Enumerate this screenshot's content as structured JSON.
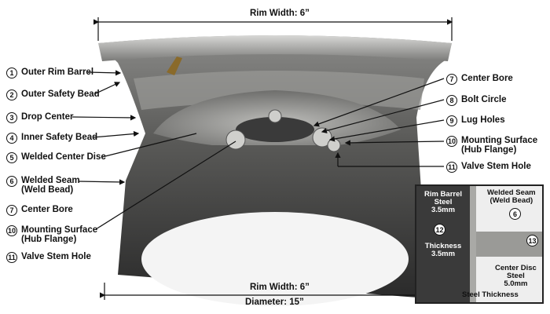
{
  "dimensions": {
    "top_rim_width": "Rim Width: 6”",
    "bottom_rim_width": "Rim Width: 6”",
    "diameter": "Diameter: 15”"
  },
  "left_labels": [
    {
      "num": "1",
      "text": "Outer Rim Barrel"
    },
    {
      "num": "2",
      "text": "Outer Safety Bead"
    },
    {
      "num": "3",
      "text": "Drop Center"
    },
    {
      "num": "4",
      "text": "Inner Safety Bead"
    },
    {
      "num": "5",
      "text": "Welded Center Disc"
    },
    {
      "num": "6",
      "text": "Welded Seam",
      "text2": "(Weld Bead)"
    },
    {
      "num": "7",
      "text": "Center Bore"
    },
    {
      "num": "10",
      "text": "Mounting Surface",
      "text2": "(Hub Flange)"
    },
    {
      "num": "11",
      "text": "Valve Stem Hole"
    }
  ],
  "right_labels": [
    {
      "num": "7",
      "text": "Center Bore"
    },
    {
      "num": "8",
      "text": "Bolt Circle"
    },
    {
      "num": "9",
      "text": "Lug Holes"
    },
    {
      "num": "10",
      "text": "Mounting Surface",
      "text2": "(Hub Flange)"
    },
    {
      "num": "11",
      "text": "Valve Stem Hole"
    }
  ],
  "inset": {
    "rim_barrel": "Rim Barrel\nSteel\n3.5mm",
    "num12": "12",
    "thickness": "Thickness\n3.5mm",
    "welded_seam": "Welded Seam\n(Weld Bead)",
    "num6": "6",
    "num13": "13",
    "center_disc": "Center Disc\nSteel\n5.0mm",
    "steel_thickness": "Steel Thickness"
  }
}
